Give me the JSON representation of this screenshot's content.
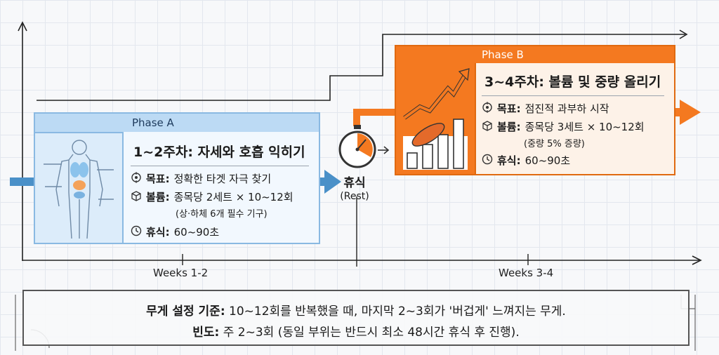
{
  "phase_a": {
    "label": "Phase A",
    "title": "1~2주차: 자세와 호흡 익히기",
    "goal_key": "목표:",
    "goal_val": "정확한 타겟 자극 찾기",
    "volume_key": "볼륨:",
    "volume_val": "종목당 2세트 × 10~12회",
    "volume_sub": "(상·하체 6개 필수 기구)",
    "rest_key": "휴식:",
    "rest_val": "60~90초"
  },
  "phase_b": {
    "label": "Phase B",
    "title": "3~4주차: 볼륨 및 중량 올리기",
    "goal_key": "목표:",
    "goal_val": "점진적 과부하 시작",
    "volume_key": "볼륨:",
    "volume_val": "종목당 3세트 × 10~12회",
    "volume_sub": "(중량 5% 증량)",
    "rest_key": "휴식:",
    "rest_val": "60~90초"
  },
  "rest": {
    "label": "휴식",
    "sub": "(Rest)"
  },
  "axis": {
    "week_a": "Weeks 1-2",
    "week_b": "Weeks 3-4"
  },
  "note": {
    "line1_key": "무게 설정 기준:",
    "line1_val": "10~12회를 반복했을 때, 마지막 2~3회가 '버겁게' 느껴지는 무게.",
    "line2_key": "빈도:",
    "line2_val": "주 2~3회 (동일 부위는 반드시 최소 48시간 휴식 후 진행)."
  },
  "colors": {
    "phase_a": "#dcecfa",
    "phase_a_border": "#8ab9e2",
    "phase_b": "#f47920",
    "arrow_blue": "#4a90c8",
    "arrow_orange": "#f47920"
  },
  "icons": [
    "target-icon",
    "cube-icon",
    "clock-icon",
    "stopwatch-icon",
    "body-anatomy-icon",
    "growth-chart-icon"
  ]
}
